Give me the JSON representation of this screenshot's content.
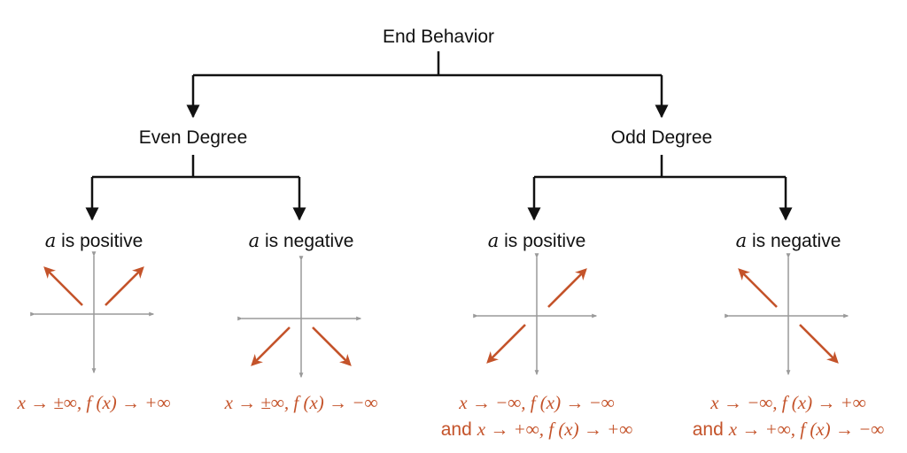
{
  "title": "End Behavior",
  "branches": [
    {
      "label": "Even Degree",
      "cases": [
        {
          "var": "a",
          "label": " is positive",
          "left_end": "up",
          "right_end": "up",
          "formula": [
            "x → ±∞, f (x) → +∞"
          ]
        },
        {
          "var": "a",
          "label": " is negative",
          "left_end": "down",
          "right_end": "down",
          "formula": [
            "x → ±∞, f (x) → −∞"
          ]
        }
      ]
    },
    {
      "label": "Odd Degree",
      "cases": [
        {
          "var": "a",
          "label": " is positive",
          "left_end": "down",
          "right_end": "up",
          "formula": [
            "x → −∞, f (x) → −∞"
          ],
          "and": "and",
          "formula2": "x → +∞, f (x) → +∞"
        },
        {
          "var": "a",
          "label": " is negative",
          "left_end": "up",
          "right_end": "down",
          "formula": [
            "x → −∞, f (x) → +∞"
          ],
          "and": "and",
          "formula2": "x → +∞, f (x) → −∞"
        }
      ]
    }
  ],
  "colors": {
    "curve": "#c4532a",
    "axis": "#9a9a9a",
    "tree": "#111111"
  }
}
